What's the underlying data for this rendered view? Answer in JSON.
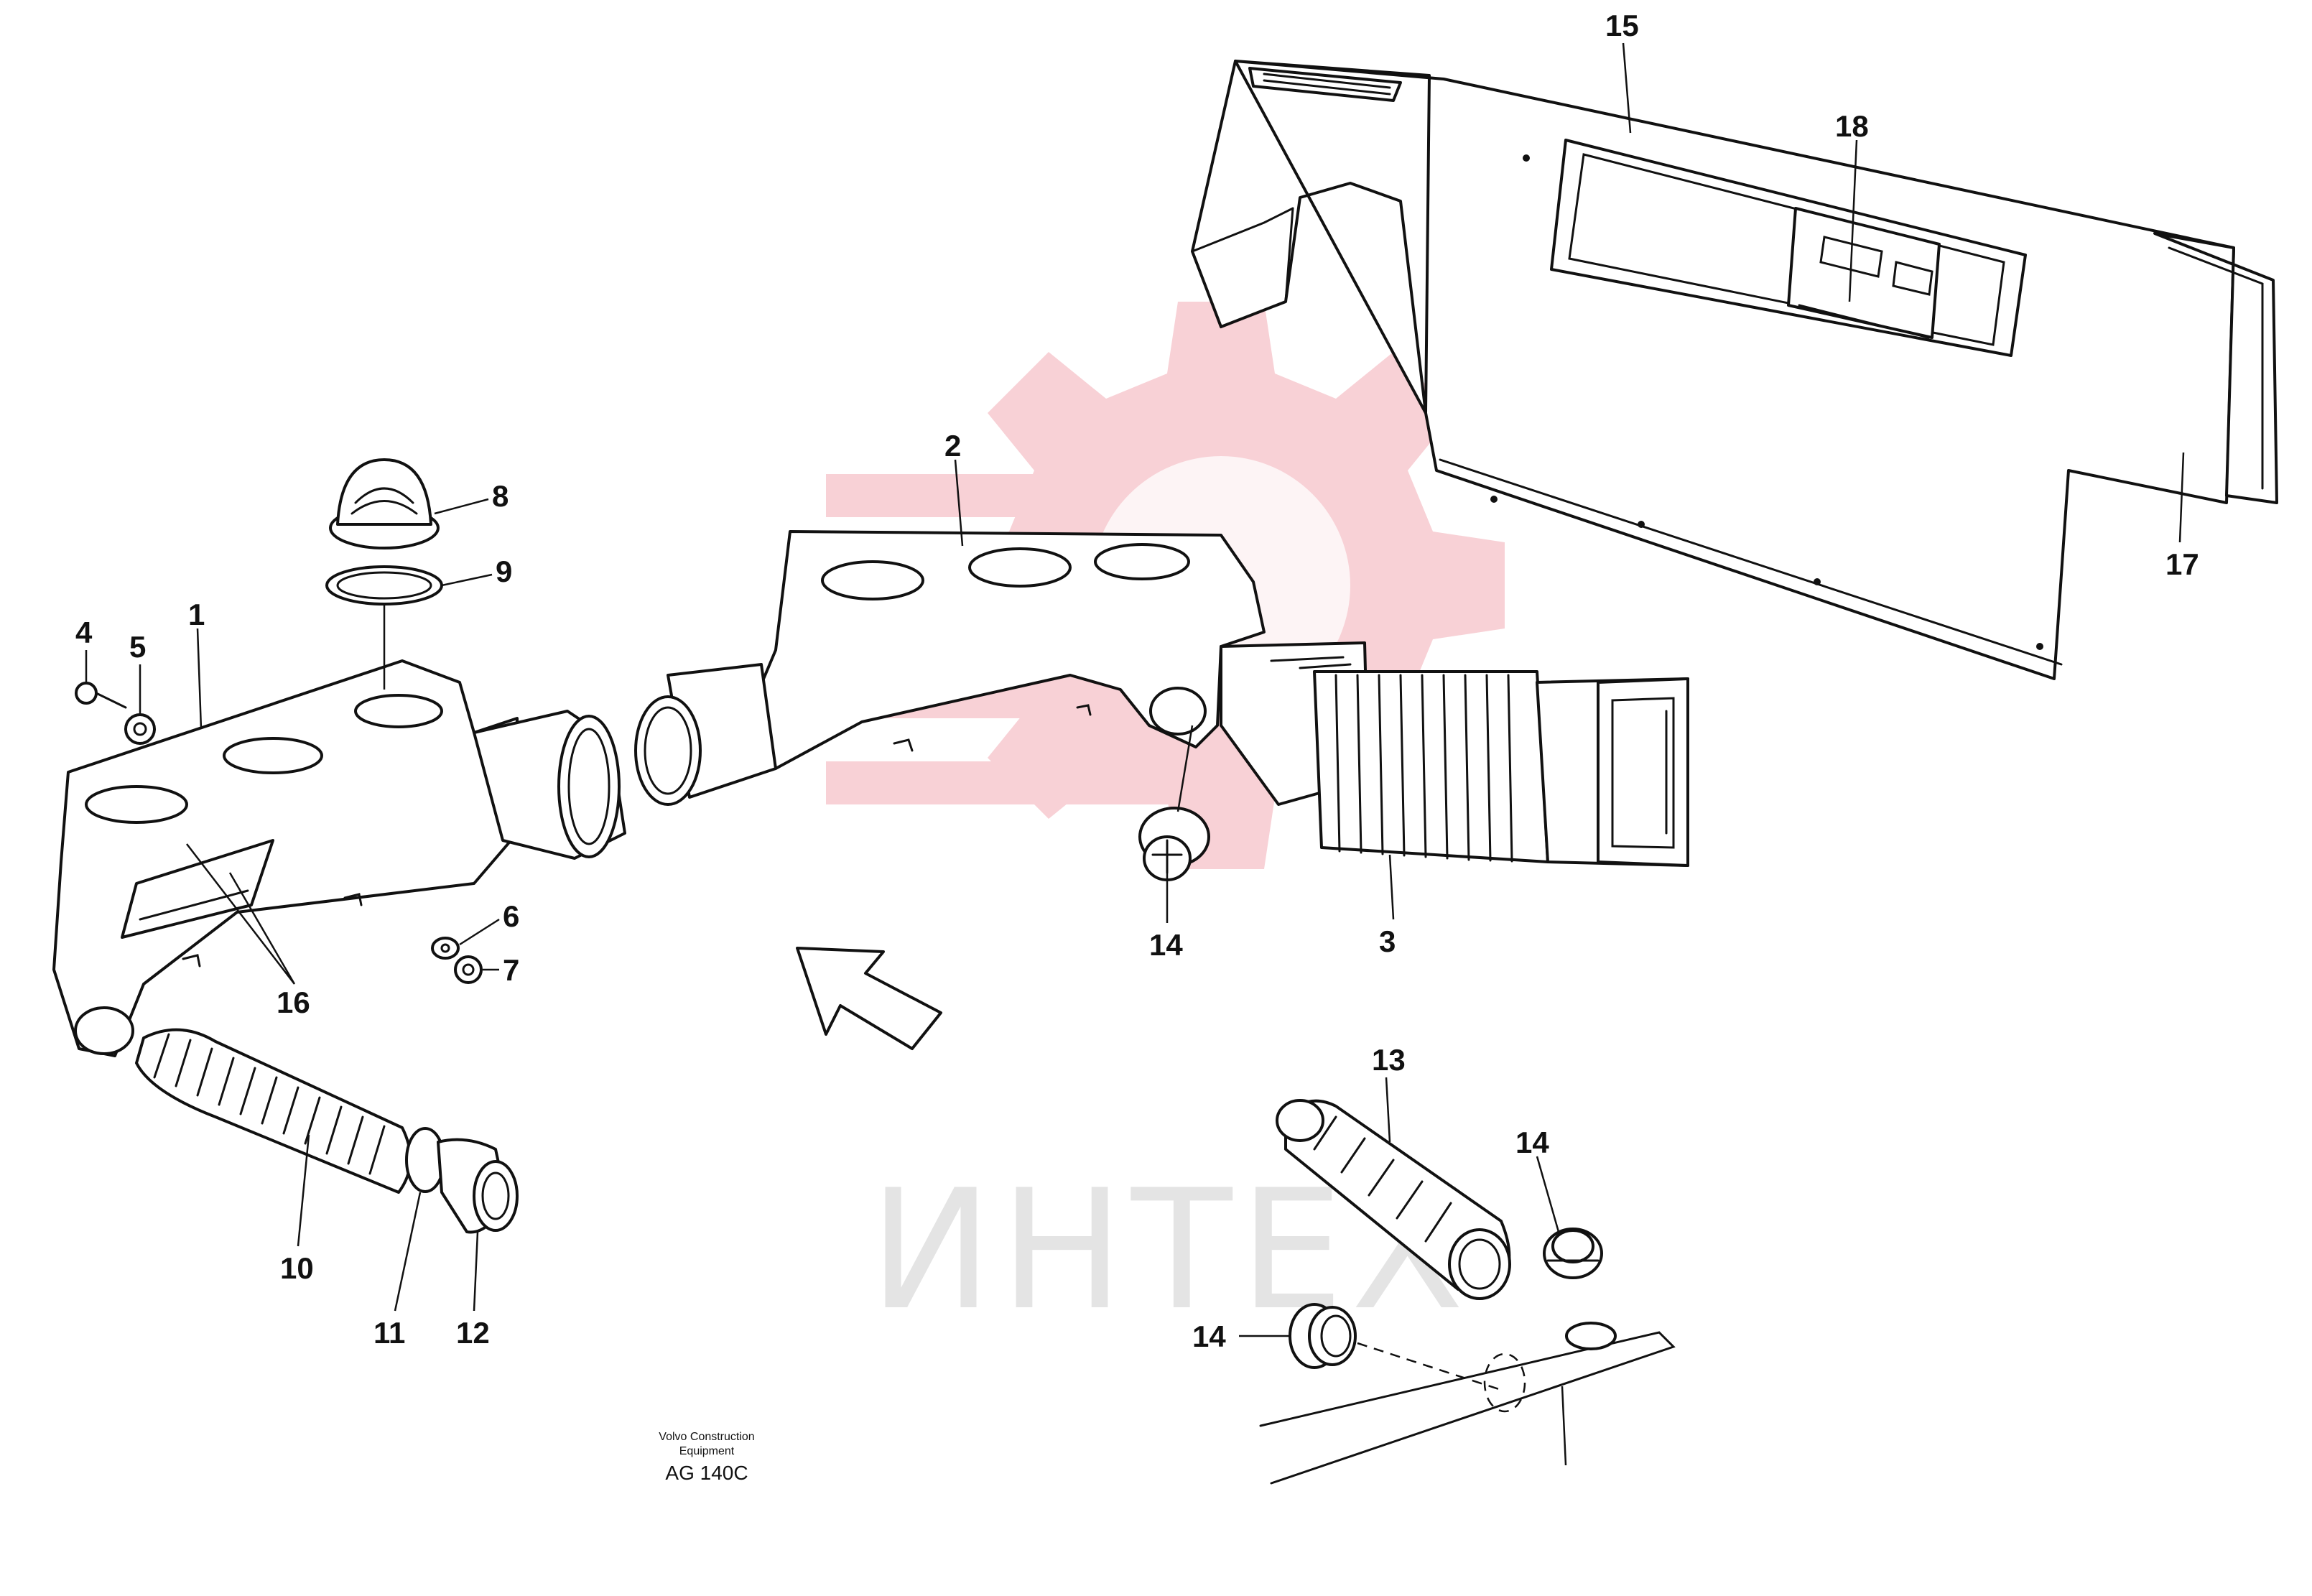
{
  "diagram": {
    "watermark_text": "ИНТЕХ",
    "brand_colors": {
      "watermark_gear": "#f7c9cf",
      "watermark_text": "#e4e4e4",
      "line": "#111111"
    },
    "caption": {
      "line1": "Volvo Construction",
      "line2": "Equipment",
      "code": "AG 140C"
    },
    "callouts": {
      "c1": "1",
      "c2": "2",
      "c3": "3",
      "c4": "4",
      "c5": "5",
      "c6": "6",
      "c7": "7",
      "c8": "8",
      "c9": "9",
      "c10": "10",
      "c11": "11",
      "c12": "12",
      "c13": "13",
      "c14a": "14",
      "c14b": "14",
      "c14c": "14",
      "c15": "15",
      "c16": "16",
      "c17": "17",
      "c18": "18"
    }
  }
}
